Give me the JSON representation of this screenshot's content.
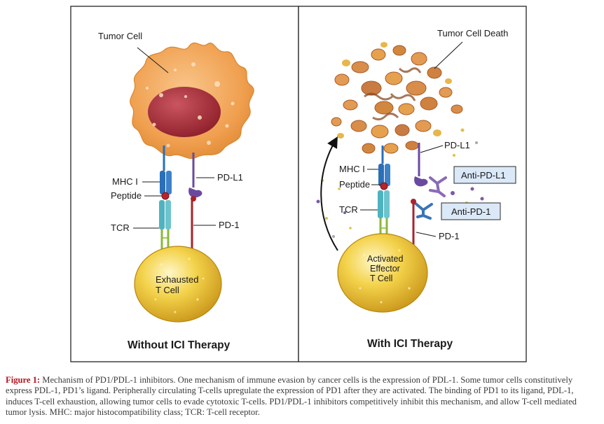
{
  "panels": {
    "left": {
      "title": "Without ICI Therapy",
      "tumor_label": "Tumor Cell",
      "mhc_label": "MHC I",
      "peptide_label": "Peptide",
      "tcr_label": "TCR",
      "pdl1_label": "PD-L1",
      "pd1_label": "PD-1",
      "tcell_line1": "Exhausted",
      "tcell_line2": "T Cell"
    },
    "right": {
      "title": "With ICI Therapy",
      "tumor_label": "Tumor Cell Death",
      "mhc_label": "MHC I",
      "peptide_label": "Peptide",
      "tcr_label": "TCR",
      "pdl1_label": "PD-L1",
      "pd1_label": "PD-1",
      "anti_pdl1_label": "Anti-PD-L1",
      "anti_pd1_label": "Anti-PD-1",
      "tcell_line1": "Activated",
      "tcell_line2": "Effector",
      "tcell_line3": "T Cell"
    }
  },
  "caption": {
    "label": "Figure 1:",
    "text": " Mechanism of PD1/PDL-1 inhibitors. One mechanism of immune evasion by cancer cells is the expression of PDL-1. Some tumor cells constitutively express PDL-1, PD1’s ligand. Peripherally circulating T-cells upregulate the expression of PD1 after they are activated. The binding of PD1 to its ligand, PDL-1, induces T-cell exhaustion, allowing tumor cells to evade cytotoxic T-cells. PD1/PDL-1 inhibitors competitively inhibit this mechanism, and allow T-cell mediated tumor lysis. MHC: major histocompatibility class; TCR: T-cell receptor."
  },
  "colors": {
    "tumor": "#f0a050",
    "nucleus": "#a8323a",
    "tcell": "#ecc83a",
    "mhc": "#2a6fb8",
    "tcr": "#4fb3bf",
    "pd1": "#a8232b",
    "pdl1": "#6a4aa0",
    "antibody_box": "#dbe8f7"
  }
}
